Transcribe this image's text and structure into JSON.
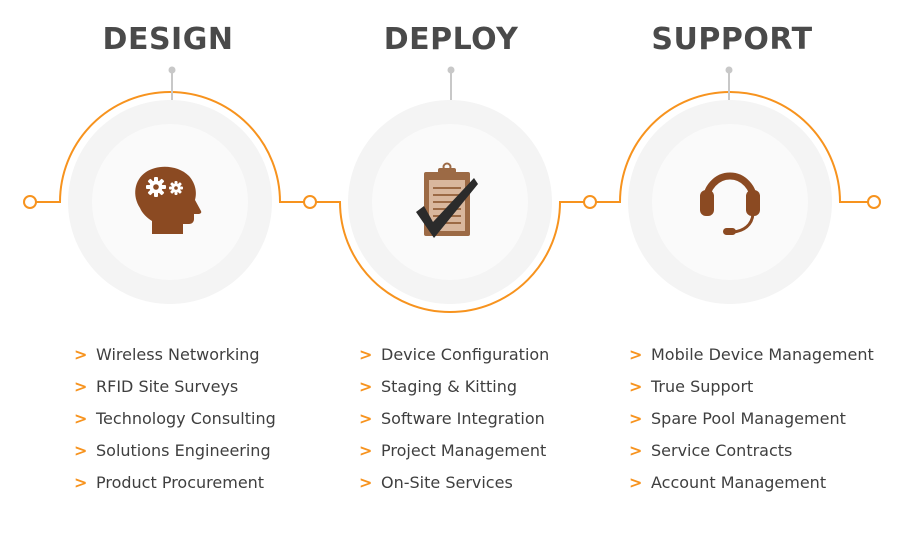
{
  "colors": {
    "accent": "#f7931e",
    "icon": "#8b4a22",
    "title": "#4a4a4a",
    "text": "#3f3f3f",
    "connector": "#c8c8c8",
    "halo": "#f3f3f3"
  },
  "bullet_glyph": ">",
  "stages": [
    {
      "title": "DESIGN",
      "icon": "head-gears-icon",
      "items": [
        "Wireless Networking",
        "RFID Site Surveys",
        "Technology Consulting",
        "Solutions Engineering",
        "Product Procurement"
      ]
    },
    {
      "title": "DEPLOY",
      "icon": "clipboard-checkmark-icon",
      "items": [
        "Device Configuration",
        "Staging & Kitting",
        "Software Integration",
        "Project Management",
        "On-Site Services"
      ]
    },
    {
      "title": "SUPPORT",
      "icon": "headset-icon",
      "items": [
        "Mobile Device Management",
        "True Support",
        "Spare Pool Management",
        "Service Contracts",
        "Account Management"
      ]
    }
  ]
}
